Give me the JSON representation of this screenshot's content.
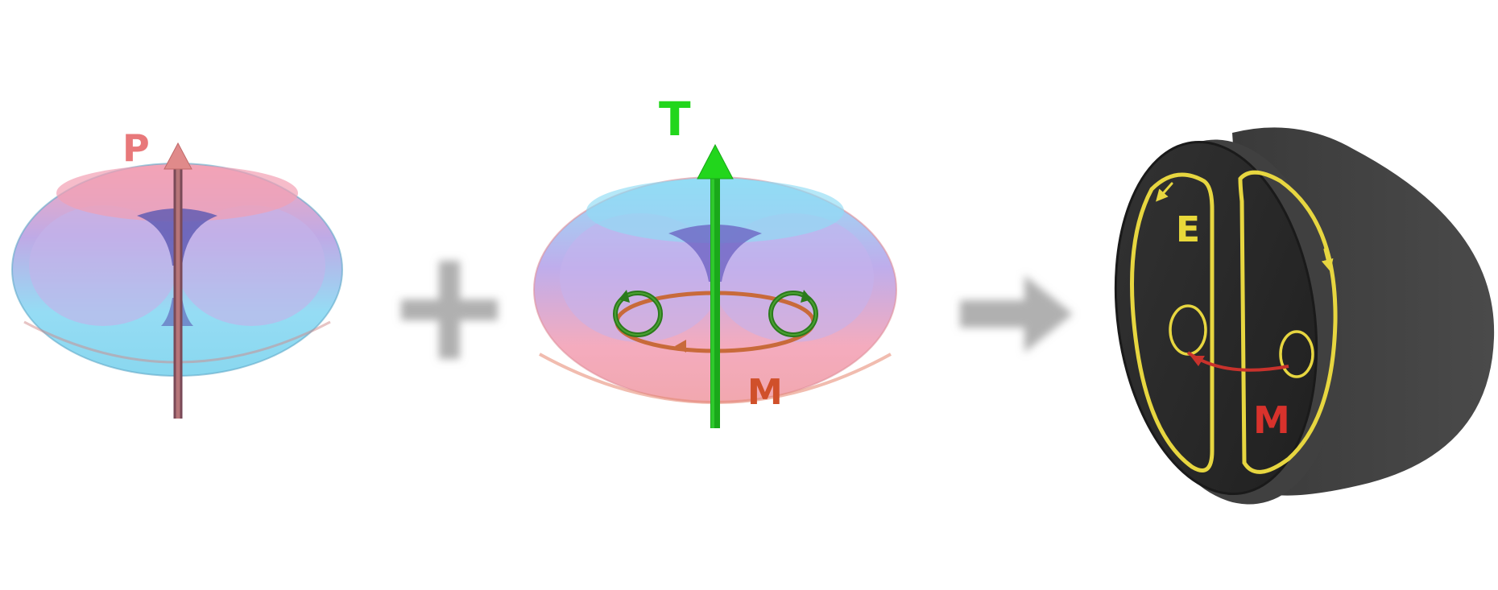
{
  "panels": [
    {
      "id": "electric-dipole",
      "label": "P",
      "label_color": "#e8787a"
    },
    {
      "id": "toroidal-dipole",
      "top_label": "T",
      "top_label_color": "#22d61c",
      "loop_label": "M",
      "loop_label_color": "#d0502a"
    },
    {
      "id": "disk",
      "left_label": "E",
      "left_label_color": "#e8d83a",
      "right_label": "M",
      "right_label_color": "#d8322c"
    }
  ],
  "operators": {
    "plus": "+",
    "arrow": "→"
  },
  "colors": {
    "torus_pink": "#f4a6b6",
    "torus_cyan": "#8fe0f6",
    "torus_violet": "#b7a6ea",
    "p_arrow": "#e08a8a",
    "t_arrow": "#1ec81c",
    "loop_green": "#2b7a1c",
    "loop_copper": "#c86a3a",
    "disk_dark": "#2c2c2c",
    "disk_side": "#3c3c3c",
    "field_yellow": "#e7d640",
    "operator_gray": "#b0b0b0"
  }
}
